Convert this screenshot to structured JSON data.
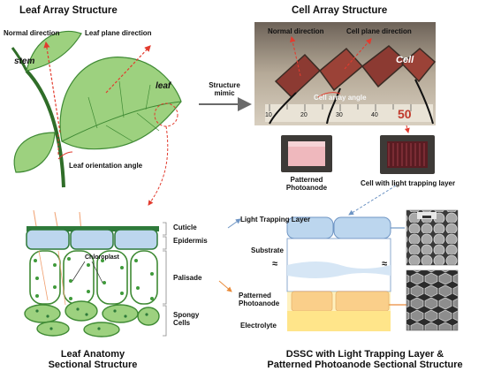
{
  "titles": {
    "leaf_array": "Leaf Array Structure",
    "cell_array": "Cell Array Structure",
    "leaf_anatomy_line1": "Leaf Anatomy",
    "leaf_anatomy_line2": "Sectional Structure",
    "dssc_line1": "DSSC with Light Trapping Layer &",
    "dssc_line2": "Patterned Photoanode Sectional Structure"
  },
  "leaf_labels": {
    "normal_direction": "Normal direction",
    "leaf_plane_direction": "Leaf plane direction",
    "stem": "stem",
    "leaf": "leaf",
    "leaf_orientation_angle": "Leaf orientation angle"
  },
  "mimic": {
    "line1": "Structure",
    "line2": "mimic"
  },
  "cell_labels": {
    "normal_direction": "Normal direction",
    "cell_plane_direction": "Cell plane direction",
    "cell": "Cell",
    "cell_array_angle": "Cell array angle",
    "ruler_marks": [
      "10",
      "20",
      "30",
      "40",
      "50"
    ],
    "patterned_photoanode_line1": "Patterned",
    "patterned_photoanode_line2": "Photoanode",
    "cell_with_light_trapping": "Cell with light trapping layer"
  },
  "anatomy_labels": {
    "chloroplast": "Chloroplast",
    "cuticle": "Cuticle",
    "epidermis": "Epidermis",
    "palisade": "Palisade",
    "spongy_line1": "Spongy",
    "spongy_line2": "Cells"
  },
  "dssc_labels": {
    "light_trapping_layer": "Light Trapping Layer",
    "substrate": "Substrate",
    "patterned_line1": "Patterned",
    "patterned_line2": "Photoanode",
    "electrolyte": "Electrolyte",
    "break_mark": "≈"
  },
  "colors": {
    "leaf_green": "#9dd17f",
    "leaf_edge": "#3f8a34",
    "arrow_red": "#e23b2e",
    "cell_blue": "#bcd6ee",
    "photoanode_orange": "#f3b48a",
    "electrolyte_yellow": "#ffe58a",
    "connector_orange": "#e98b3a"
  }
}
